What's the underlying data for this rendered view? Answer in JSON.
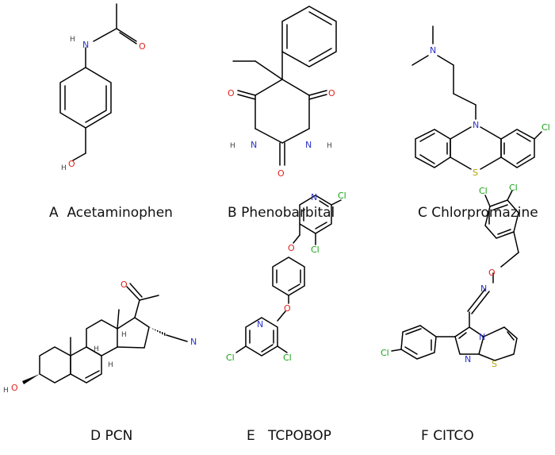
{
  "colors": {
    "bond": "#000000",
    "O": "#e0231c",
    "N": "#2b33c9",
    "S": "#b5a300",
    "Cl": "#18a318",
    "H": "#444444"
  },
  "atoms": {
    "H": "H",
    "N": "N",
    "O": "O",
    "S": "S",
    "Cl": "Cl"
  },
  "captions": [
    {
      "letter": "A",
      "name": "Acetaminophen"
    },
    {
      "letter": "B",
      "name": "Phenobarbital"
    },
    {
      "letter": "C",
      "name": "Chlorpromazine"
    },
    {
      "letter": "D",
      "name": "PCN"
    },
    {
      "letter": "E",
      "name": "TCPOBOP"
    },
    {
      "letter": "F",
      "name": "CITCO"
    }
  ]
}
